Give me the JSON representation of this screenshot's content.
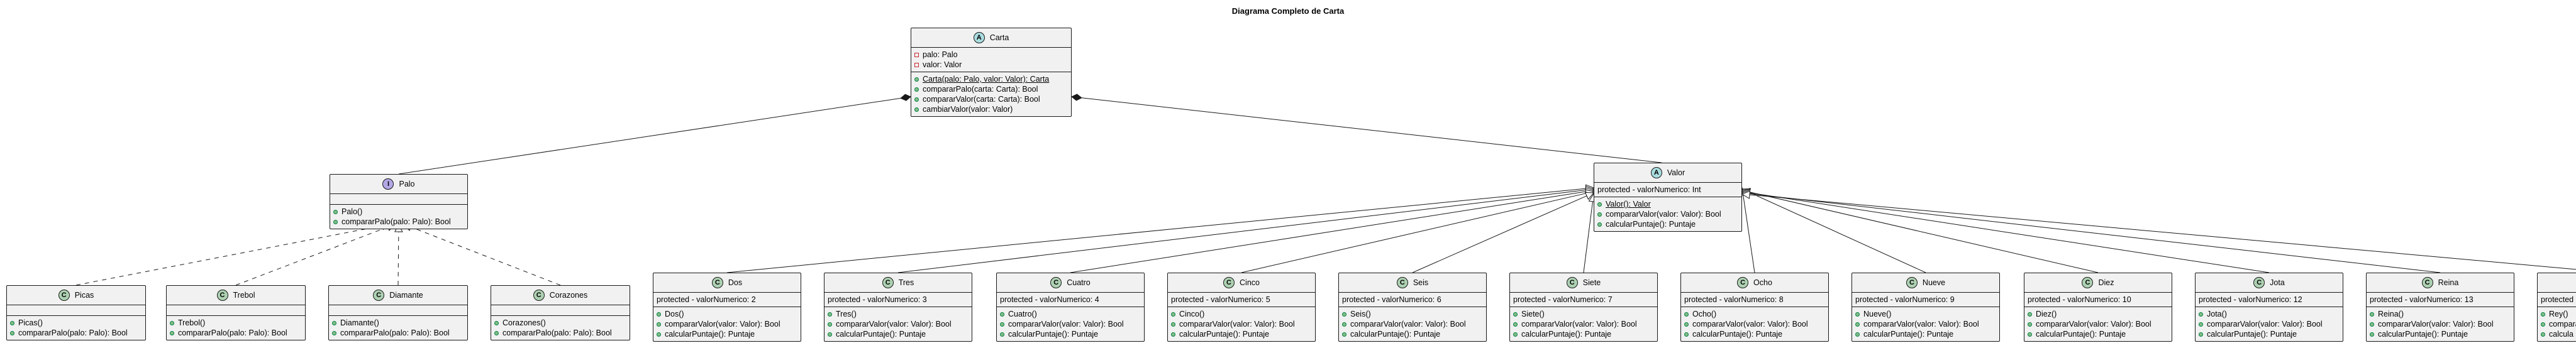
{
  "title": "Diagrama Completo de Carta",
  "classes": {
    "carta": {
      "name": "Carta",
      "stereotype": "A",
      "fields": [
        {
          "vis": "private",
          "text": "palo: Palo"
        },
        {
          "vis": "private",
          "text": "valor: Valor"
        }
      ],
      "methods": [
        {
          "vis": "public",
          "text": "Carta(palo: Palo, valor: Valor): Carta",
          "static": true
        },
        {
          "vis": "public",
          "text": "compararPalo(carta: Carta): Bool"
        },
        {
          "vis": "public",
          "text": "compararValor(carta: Carta): Bool"
        },
        {
          "vis": "public",
          "text": "cambiarValor(valor: Valor)"
        }
      ]
    },
    "palo": {
      "name": "Palo",
      "stereotype": "I",
      "fields": [],
      "methods": [
        {
          "vis": "public",
          "text": "Palo()"
        },
        {
          "vis": "public",
          "text": "compararPalo(palo: Palo): Bool"
        }
      ]
    },
    "valor": {
      "name": "Valor",
      "stereotype": "A",
      "fields": [
        {
          "vis": "none",
          "text": "protected - valorNumerico: Int"
        }
      ],
      "methods": [
        {
          "vis": "public",
          "text": "Valor(): Valor",
          "static": true
        },
        {
          "vis": "public",
          "text": "compararValor(valor: Valor): Bool"
        },
        {
          "vis": "public",
          "text": "calcularPuntaje(): Puntaje"
        }
      ]
    },
    "picas": {
      "name": "Picas",
      "stereotype": "C",
      "fields": [],
      "methods": [
        {
          "vis": "public",
          "text": "Picas()"
        },
        {
          "vis": "public",
          "text": "compararPalo(palo: Palo): Bool"
        }
      ]
    },
    "trebol": {
      "name": "Trebol",
      "stereotype": "C",
      "fields": [],
      "methods": [
        {
          "vis": "public",
          "text": "Trebol()"
        },
        {
          "vis": "public",
          "text": "compararPalo(palo: Palo): Bool"
        }
      ]
    },
    "diamante": {
      "name": "Diamante",
      "stereotype": "C",
      "fields": [],
      "methods": [
        {
          "vis": "public",
          "text": "Diamante()"
        },
        {
          "vis": "public",
          "text": "compararPalo(palo: Palo): Bool"
        }
      ]
    },
    "corazones": {
      "name": "Corazones",
      "stereotype": "C",
      "fields": [],
      "methods": [
        {
          "vis": "public",
          "text": "Corazones()"
        },
        {
          "vis": "public",
          "text": "compararPalo(palo: Palo): Bool"
        }
      ]
    },
    "dos": {
      "name": "Dos",
      "stereotype": "C",
      "fields": [
        {
          "vis": "none",
          "text": "protected - valorNumerico: 2"
        }
      ],
      "methods": [
        {
          "vis": "public",
          "text": "Dos()"
        },
        {
          "vis": "public",
          "text": "compararValor(valor: Valor): Bool"
        },
        {
          "vis": "public",
          "text": "calcularPuntaje(): Puntaje"
        }
      ]
    },
    "tres": {
      "name": "Tres",
      "stereotype": "C",
      "fields": [
        {
          "vis": "none",
          "text": "protected - valorNumerico: 3"
        }
      ],
      "methods": [
        {
          "vis": "public",
          "text": "Tres()"
        },
        {
          "vis": "public",
          "text": "compararValor(valor: Valor): Bool"
        },
        {
          "vis": "public",
          "text": "calcularPuntaje(): Puntaje"
        }
      ]
    },
    "cuatro": {
      "name": "Cuatro",
      "stereotype": "C",
      "fields": [
        {
          "vis": "none",
          "text": "protected - valorNumerico: 4"
        }
      ],
      "methods": [
        {
          "vis": "public",
          "text": "Cuatro()"
        },
        {
          "vis": "public",
          "text": "compararValor(valor: Valor): Bool"
        },
        {
          "vis": "public",
          "text": "calcularPuntaje(): Puntaje"
        }
      ]
    },
    "cinco": {
      "name": "Cinco",
      "stereotype": "C",
      "fields": [
        {
          "vis": "none",
          "text": "protected - valorNumerico: 5"
        }
      ],
      "methods": [
        {
          "vis": "public",
          "text": "Cinco()"
        },
        {
          "vis": "public",
          "text": "compararValor(valor: Valor): Bool"
        },
        {
          "vis": "public",
          "text": "calcularPuntaje(): Puntaje"
        }
      ]
    },
    "seis": {
      "name": "Seis",
      "stereotype": "C",
      "fields": [
        {
          "vis": "none",
          "text": "protected - valorNumerico: 6"
        }
      ],
      "methods": [
        {
          "vis": "public",
          "text": "Seis()"
        },
        {
          "vis": "public",
          "text": "compararValor(valor: Valor): Bool"
        },
        {
          "vis": "public",
          "text": "calcularPuntaje(): Puntaje"
        }
      ]
    },
    "siete": {
      "name": "Siete",
      "stereotype": "C",
      "fields": [
        {
          "vis": "none",
          "text": "protected - valorNumerico: 7"
        }
      ],
      "methods": [
        {
          "vis": "public",
          "text": "Siete()"
        },
        {
          "vis": "public",
          "text": "compararValor(valor: Valor): Bool"
        },
        {
          "vis": "public",
          "text": "calcularPuntaje(): Puntaje"
        }
      ]
    },
    "ocho": {
      "name": "Ocho",
      "stereotype": "C",
      "fields": [
        {
          "vis": "none",
          "text": "protected - valorNumerico: 8"
        }
      ],
      "methods": [
        {
          "vis": "public",
          "text": "Ocho()"
        },
        {
          "vis": "public",
          "text": "compararValor(valor: Valor): Bool"
        },
        {
          "vis": "public",
          "text": "calcularPuntaje(): Puntaje"
        }
      ]
    },
    "nueve": {
      "name": "Nueve",
      "stereotype": "C",
      "fields": [
        {
          "vis": "none",
          "text": "protected - valorNumerico: 9"
        }
      ],
      "methods": [
        {
          "vis": "public",
          "text": "Nueve()"
        },
        {
          "vis": "public",
          "text": "compararValor(valor: Valor): Bool"
        },
        {
          "vis": "public",
          "text": "calcularPuntaje(): Puntaje"
        }
      ]
    },
    "diez": {
      "name": "Diez",
      "stereotype": "C",
      "fields": [
        {
          "vis": "none",
          "text": "protected - valorNumerico: 10"
        }
      ],
      "methods": [
        {
          "vis": "public",
          "text": "Diez()"
        },
        {
          "vis": "public",
          "text": "compararValor(valor: Valor): Bool"
        },
        {
          "vis": "public",
          "text": "calcularPuntaje(): Puntaje"
        }
      ]
    },
    "jota": {
      "name": "Jota",
      "stereotype": "C",
      "fields": [
        {
          "vis": "none",
          "text": "protected - valorNumerico: 12"
        }
      ],
      "methods": [
        {
          "vis": "public",
          "text": "Jota()"
        },
        {
          "vis": "public",
          "text": "compararValor(valor: Valor): Bool"
        },
        {
          "vis": "public",
          "text": "calcularPuntaje(): Puntaje"
        }
      ]
    },
    "reina": {
      "name": "Reina",
      "stereotype": "C",
      "fields": [
        {
          "vis": "none",
          "text": "protected - valorNumerico: 13"
        }
      ],
      "methods": [
        {
          "vis": "public",
          "text": "Reina()"
        },
        {
          "vis": "public",
          "text": "compararValor(valor: Valor): Bool"
        },
        {
          "vis": "public",
          "text": "calcularPuntaje(): Puntaje"
        }
      ]
    },
    "rey": {
      "name": "",
      "stereotype": "C",
      "fields": [
        {
          "vis": "none",
          "text": "protected"
        }
      ],
      "methods": [
        {
          "vis": "public",
          "text": "Rey()"
        },
        {
          "vis": "public",
          "text": "compararV"
        },
        {
          "vis": "public",
          "text": "calcula"
        }
      ]
    }
  },
  "relations": [
    {
      "from": "carta",
      "to": "palo",
      "type": "composition"
    },
    {
      "from": "carta",
      "to": "valor",
      "type": "composition"
    },
    {
      "from": "picas",
      "to": "palo",
      "type": "realization"
    },
    {
      "from": "trebol",
      "to": "palo",
      "type": "realization"
    },
    {
      "from": "diamante",
      "to": "palo",
      "type": "realization"
    },
    {
      "from": "corazones",
      "to": "palo",
      "type": "realization"
    },
    {
      "from": "dos",
      "to": "valor",
      "type": "generalization"
    },
    {
      "from": "tres",
      "to": "valor",
      "type": "generalization"
    },
    {
      "from": "cuatro",
      "to": "valor",
      "type": "generalization"
    },
    {
      "from": "cinco",
      "to": "valor",
      "type": "generalization"
    },
    {
      "from": "seis",
      "to": "valor",
      "type": "generalization"
    },
    {
      "from": "siete",
      "to": "valor",
      "type": "generalization"
    },
    {
      "from": "ocho",
      "to": "valor",
      "type": "generalization"
    },
    {
      "from": "nueve",
      "to": "valor",
      "type": "generalization"
    },
    {
      "from": "diez",
      "to": "valor",
      "type": "generalization"
    },
    {
      "from": "jota",
      "to": "valor",
      "type": "generalization"
    },
    {
      "from": "reina",
      "to": "valor",
      "type": "generalization"
    },
    {
      "from": "rey",
      "to": "valor",
      "type": "generalization"
    }
  ]
}
